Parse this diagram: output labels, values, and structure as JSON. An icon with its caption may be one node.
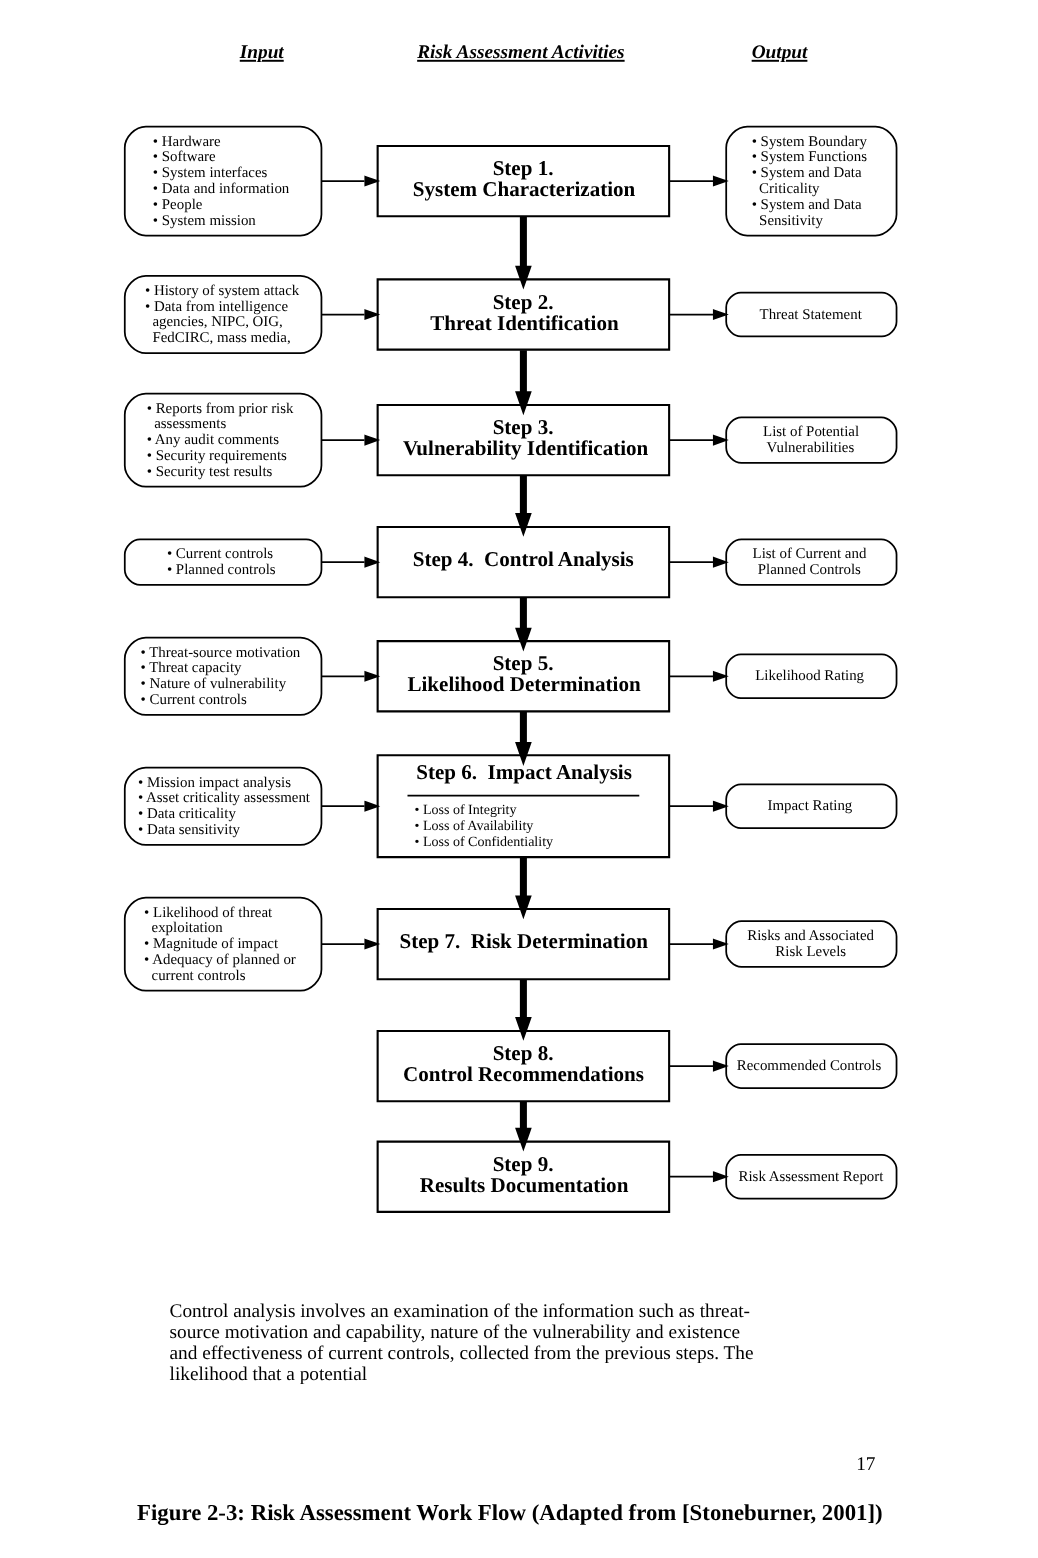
{
  "diagram": {
    "caption": "Figure 2-3: Risk Assessment Work Flow (Adapted from [Stoneburner, 2001])",
    "nodes": [
      {
        "text": [
          "• Hardware",
          "• Software",
          "• System interfaces",
          "• Data and information",
          "• People",
          "• System mission"
        ]
      },
      {
        "text": [
          "Step 1.",
          "System Characterization"
        ]
      },
      {
        "text": [
          "• System Boundary",
          "• System Functions",
          "• System and Data Criticality",
          "• System and Data Sensitivity"
        ]
      },
      {
        "text": [
          "• History of system attack",
          "• Data from intelligence agencies, NIPC, OIG, FedCIRC, mass media,"
        ]
      },
      {
        "text": [
          "Step 2.",
          "Threat Identification"
        ]
      },
      {
        "text": [
          "Threat Statement"
        ]
      },
      {
        "text": [
          "• Reports from prior risk assessments",
          "• Any audit comments",
          "• Security requirements",
          "• Security test results"
        ]
      },
      {
        "text": [
          "Step 3.",
          "Vulnerability Identification"
        ]
      },
      {
        "text": [
          "List of Potential Vulnerabilities"
        ]
      },
      {
        "text": [
          "• Current controls",
          "• Planned controls"
        ]
      },
      {
        "text": [
          "Step 4.  Control Analysis"
        ]
      },
      {
        "text": [
          "List of Current and Planned Controls"
        ]
      },
      {
        "text": [
          "• Threat-source motivation",
          "• Threat capacity",
          "• Nature of vulnerability",
          "• Current controls"
        ]
      },
      {
        "text": [
          "Step 5.",
          "Likelihood Determination"
        ]
      },
      {
        "text": [
          "Likelihood Rating"
        ]
      },
      {
        "text": [
          "• Mission impact analysis",
          "• Asset criticality assessment",
          "• Data criticality",
          "• Data sensitivity"
        ]
      },
      {
        "text": [
          "Step 6.  Impact Analysis",
          "• Loss of Integrity",
          "• Loss of Availability",
          "• Loss of Confidentiality"
        ]
      },
      {
        "text": [
          "Impact Rating"
        ]
      },
      {
        "text": [
          "• Likelihood of threat exploitation",
          "• Magnitude of impact",
          "• Adequacy of planned or current controls"
        ]
      },
      {
        "text": [
          "Step 7.  Risk Determination"
        ]
      },
      {
        "text": [
          "Risks and Associated Risk Levels"
        ]
      },
      {
        "text": [
          "Step 8.",
          "Control Recommendations"
        ]
      },
      {
        "text": [
          "Recommended Controls"
        ]
      },
      {
        "text": [
          "Step 9.",
          "Results Documentation"
        ]
      },
      {
        "text": [
          "Risk Assessment Report"
        ]
      }
    ],
    "edges": [
      {
        "from": 0,
        "to": 1,
        "arrow": "to"
      },
      {
        "from": 1,
        "to": 2,
        "arrow": "to"
      },
      {
        "from": 1,
        "to": 4,
        "arrow": "to",
        "style": "thick"
      },
      {
        "from": 3,
        "to": 4,
        "arrow": "to"
      },
      {
        "from": 4,
        "to": 5,
        "arrow": "to"
      },
      {
        "from": 4,
        "to": 7,
        "arrow": "to",
        "style": "thick"
      },
      {
        "from": 6,
        "to": 7,
        "arrow": "to"
      },
      {
        "from": 7,
        "to": 8,
        "arrow": "to"
      },
      {
        "from": 7,
        "to": 10,
        "arrow": "to",
        "style": "thick"
      },
      {
        "from": 9,
        "to": 10,
        "arrow": "to"
      },
      {
        "from": 10,
        "to": 11,
        "arrow": "to"
      },
      {
        "from": 10,
        "to": 13,
        "arrow": "to",
        "style": "thick"
      },
      {
        "from": 12,
        "to": 13,
        "arrow": "to"
      },
      {
        "from": 13,
        "to": 14,
        "arrow": "to"
      },
      {
        "from": 13,
        "to": 16,
        "arrow": "to",
        "style": "thick"
      },
      {
        "from": 15,
        "to": 16,
        "arrow": "to"
      },
      {
        "from": 16,
        "to": 17,
        "arrow": "to"
      },
      {
        "from": 16,
        "to": 19,
        "arrow": "to",
        "style": "thick"
      },
      {
        "from": 18,
        "to": 19,
        "arrow": "to"
      },
      {
        "from": 19,
        "to": 20,
        "arrow": "to"
      },
      {
        "from": 19,
        "to": 21,
        "arrow": "to",
        "style": "thick"
      },
      {
        "from": 21,
        "to": 22,
        "arrow": "to"
      },
      {
        "from": 21,
        "to": 23,
        "arrow": "to",
        "style": "thick"
      },
      {
        "from": 23,
        "to": 24,
        "arrow": "to"
      }
    ],
    "labels": [
      "Input",
      "Risk Assessment Activities",
      "Output",
      "Control analysis involves an examination of the information such as threat-source motivation and capability, nature of the vulnerability and existence and effectiveness of current controls, collected from the previous steps. The likelihood that a potential",
      "17"
    ]
  }
}
